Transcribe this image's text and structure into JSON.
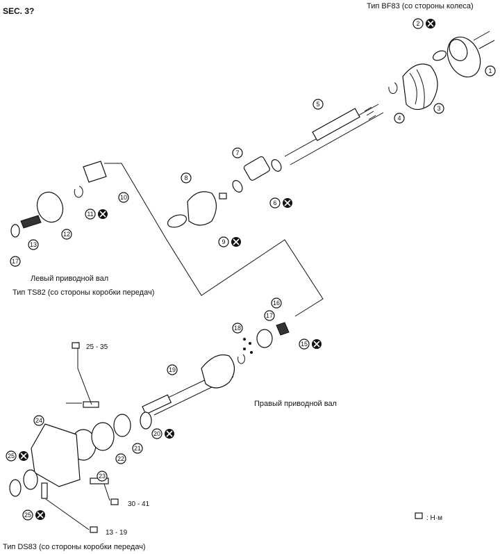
{
  "section_label": "SEC. 3?",
  "titles": {
    "wheel_side": "Тип BF83 (со стороны колеса)",
    "left_shaft": "Левый приводной вал",
    "left_gearbox_side": "Тип TS82 (со стороны коробки передач)",
    "right_shaft": "Правый приводной вал",
    "right_gearbox_side": "Тип DS83 (со стороны коробки передач)"
  },
  "torque": {
    "t1": "25 - 35",
    "t2": "30 - 41",
    "t3": "13 - 19",
    "legend_unit": ": Н·м"
  },
  "callouts": [
    "1",
    "2",
    "3",
    "4",
    "5",
    "6",
    "7",
    "8",
    "9",
    "10",
    "11",
    "12",
    "13",
    "17",
    "15",
    "16",
    "17",
    "18",
    "19",
    "20",
    "21",
    "22",
    "23",
    "24",
    "25",
    "25"
  ]
}
